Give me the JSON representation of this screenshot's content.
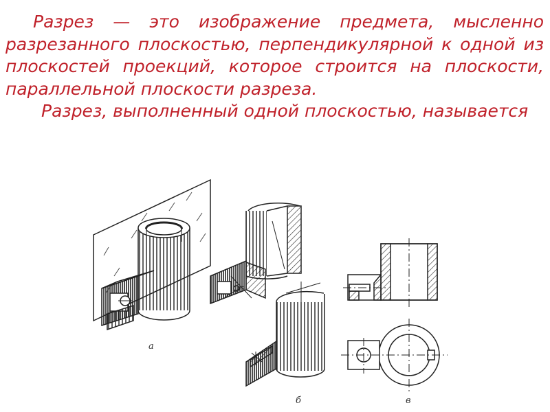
{
  "paragraph1": "Разрез — это изображение предмета, мысленно разрезанного плоскостью, перпендикулярной к одной из плоскостей проекций, которое строится на плоскости, параллельной плоскости разреза.",
  "paragraph2": "Разрез, выполненный одной плоскостью, называется",
  "figure": {
    "caption_a": "а",
    "caption_b": "б",
    "caption_v": "в"
  },
  "colors": {
    "text": "#c0212a",
    "drawing": "#222222",
    "background": "#ffffff"
  }
}
